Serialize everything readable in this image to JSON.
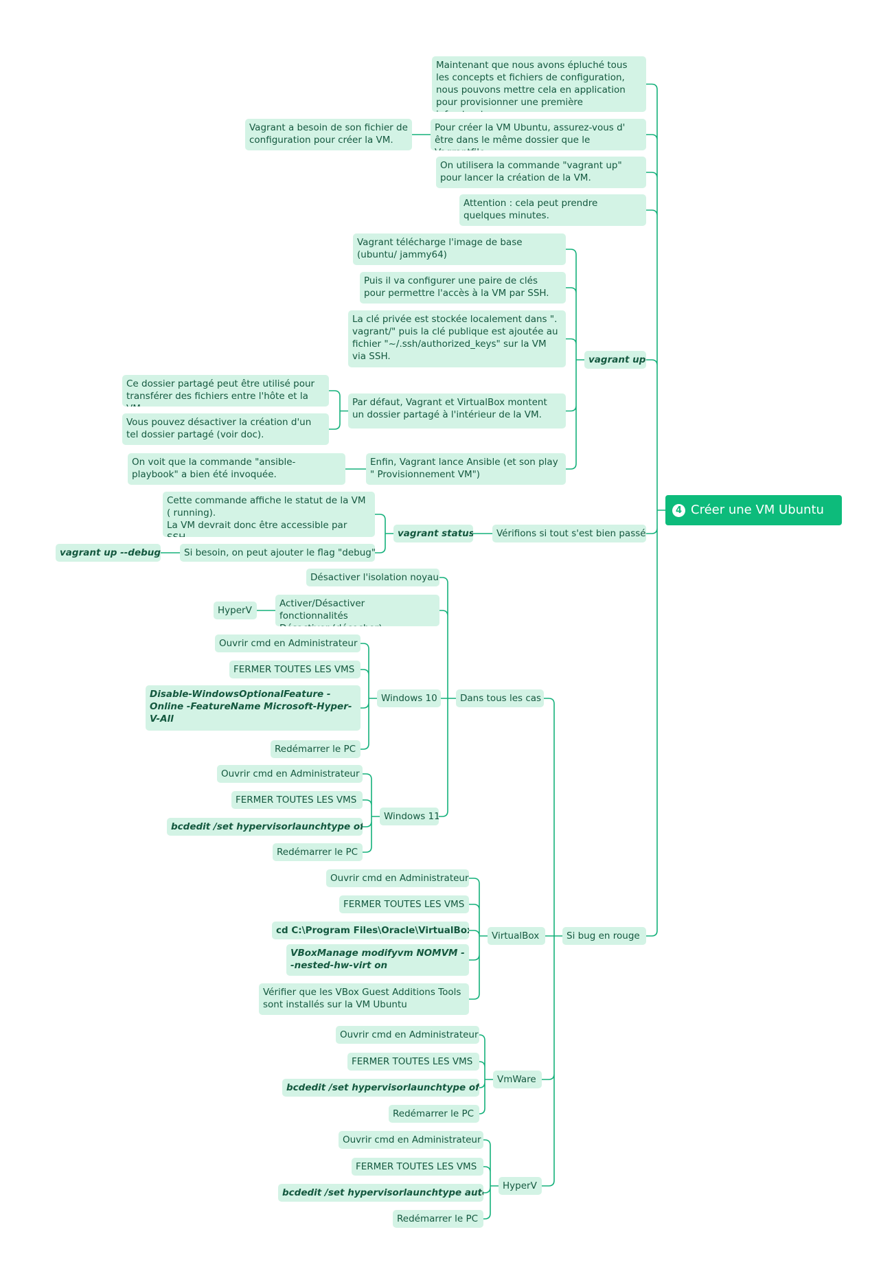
{
  "colors": {
    "line": "#13b07a",
    "node_bg": "#d3f3e5",
    "node_text": "#14583f",
    "root_bg": "#0dbb7b"
  },
  "root": {
    "num": "4",
    "title": "Créer une VM Ubuntu"
  },
  "nodes": {
    "intro": "Maintenant que nous avons épluché tous les concepts et fichiers de configuration, nous pouvons mettre cela en application pour provisionner une première infrastructure.",
    "dossier": "Pour créer la VM Ubuntu, assurez-vous d' être dans le même dossier que le Vagrantfile.",
    "fichier_conf": "Vagrant a besoin de son fichier de configuration pour créer la VM.",
    "commande_up": "On utilisera la commande \"vagrant up\" pour lancer la création de la VM.",
    "attention": "Attention : cela peut prendre quelques minutes.",
    "vagrant_up": "vagrant up",
    "telecharge": "Vagrant télécharge l'image de base (ubuntu/ jammy64)",
    "cles": "Puis il va configurer une paire de clés pour permettre l'accès à la VM par SSH.",
    "cle_privee": "La clé privée est stockée localement dans \". vagrant/\" puis la clé publique est ajoutée au fichier \"~/.ssh/authorized_keys\" sur la VM via SSH.",
    "partage": "Par défaut, Vagrant et VirtualBox montent un dossier partagé à l'intérieur de la VM.",
    "partage_usage": "Ce dossier partagé peut être utilisé pour transférer des fichiers entre l'hôte et la VM.",
    "partage_desactiver": "Vous pouvez désactiver la création d'un tel dossier partagé (voir doc).",
    "ansible": "Enfin, Vagrant lance Ansible (et son play \" Provisionnement VM\")",
    "ansible_ok": "On voit que la commande \"ansible-playbook\" a bien été invoquée.",
    "verifions": "Vérifions si tout s'est bien passé",
    "vagrant_status": "vagrant status",
    "statut": "Cette commande affiche le statut de la VM ( running).\nLa VM devrait donc être accessible par SSH.",
    "flag_debug": "Si besoin, on peut ajouter le flag \"debug\"",
    "up_debug": "vagrant up --debug",
    "si_bug": "Si bug en rouge",
    "dans_tous": "Dans tous les cas",
    "isolation": "Désactiver l'isolation noyau",
    "fonctionnalites": "Activer/Désactiver fonctionnalités\nDésactiver (décocher)",
    "hyperv_fonc": "HyperV",
    "win10": "Windows 10",
    "w10_cmd": "Ouvrir cmd en Administrateur",
    "w10_fermer": "FERMER TOUTES LES VMS",
    "w10_disable": "Disable-WindowsOptionalFeature -Online -FeatureName Microsoft-Hyper-V-All",
    "w10_reboot": "Redémarrer le PC",
    "win11": "Windows 11",
    "w11_cmd": "Ouvrir cmd en Administrateur",
    "w11_fermer": "FERMER TOUTES LES VMS",
    "w11_bcd": "bcdedit /set hypervisorlaunchtype off",
    "w11_reboot": "Redémarrer le PC",
    "virtualbox": "VirtualBox",
    "vb_cmd": "Ouvrir cmd en Administrateur",
    "vb_fermer": "FERMER TOUTES LES VMS",
    "vb_cd": "cd C:\\Program Files\\Oracle\\VirtualBox",
    "vb_modify": "VBoxManage modifyvm NOMVM --nested-hw-virt on",
    "vb_guest": "Vérifier que les VBox Guest Additions Tools sont installés sur la VM Ubuntu",
    "vmware": "VmWare",
    "vm_cmd": "Ouvrir cmd en Administrateur",
    "vm_fermer": "FERMER TOUTES LES VMS",
    "vm_bcd": "bcdedit /set hypervisorlaunchtype off",
    "vm_reboot": "Redémarrer le PC",
    "hyperv": "HyperV",
    "hv_cmd": "Ouvrir cmd en Administrateur",
    "hv_fermer": "FERMER TOUTES LES VMS",
    "hv_bcd": "bcdedit /set hypervisorlaunchtype auto",
    "hv_reboot": "Redémarrer le PC"
  }
}
